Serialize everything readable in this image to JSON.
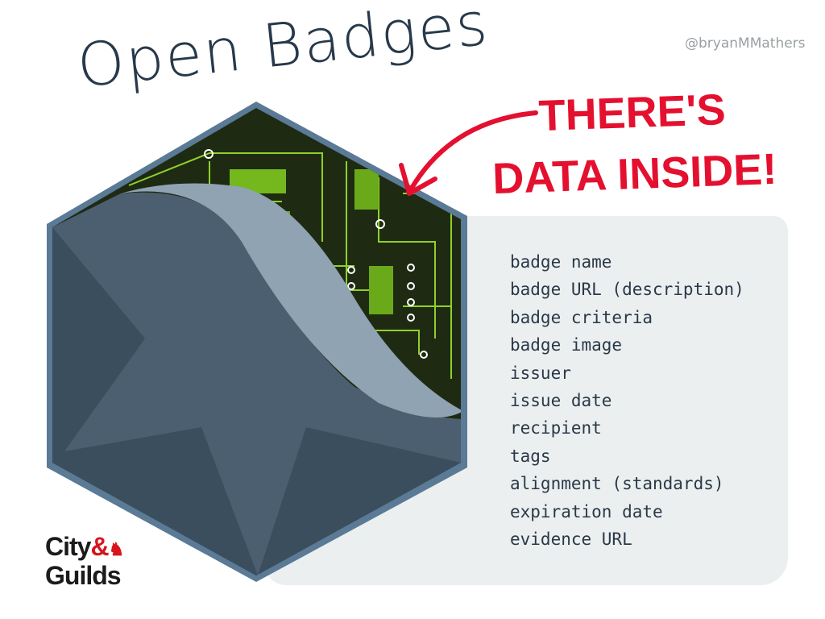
{
  "title": "Open Badges",
  "callout": {
    "line1": "THERE'S",
    "line2": "DATA INSIDE!"
  },
  "credit": "@bryanMMathers",
  "fields": [
    "badge name",
    "badge URL (description)",
    "badge criteria",
    "badge image",
    "issuer",
    "issue date",
    "recipient",
    "tags",
    "alignment (standards)",
    "expiration date",
    "evidence URL"
  ],
  "logo": {
    "line1": "City",
    "amp": "&",
    "line2": "Guilds"
  },
  "colors": {
    "accent": "#e4102f",
    "badge": "#4e6172",
    "circuit": "#7cc424",
    "panel": "#eceff0"
  }
}
